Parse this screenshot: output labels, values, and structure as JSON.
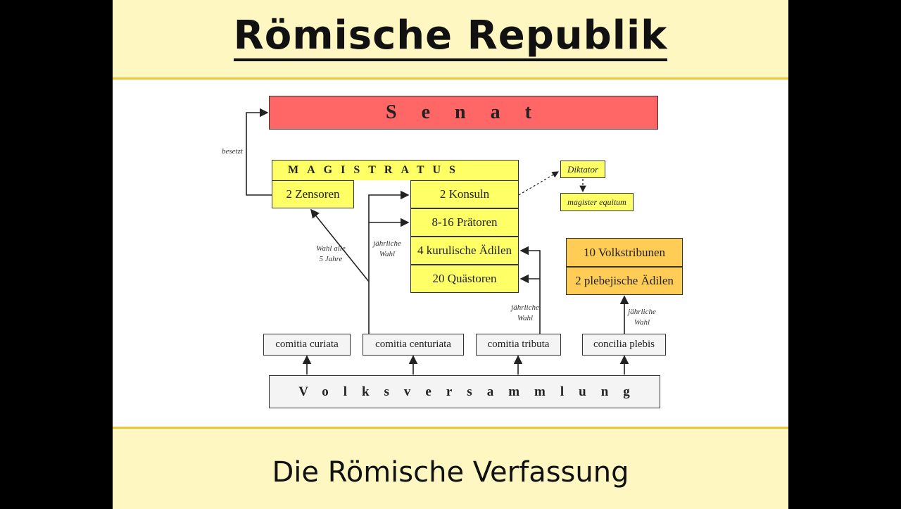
{
  "header": {
    "title": "Römische Republik"
  },
  "footer": {
    "subtitle": "Die Römische Verfassung"
  },
  "diagram": {
    "senat": "S e n a t",
    "magistratus": "MAGISTRATUS",
    "zensoren": "2 Zensoren",
    "konsuln": "2 Konsuln",
    "praetoren": "8-16 Prätoren",
    "aedilen": "4 kurulische Ädilen",
    "quaestoren": "20 Quästoren",
    "diktator": "Diktator",
    "magister": "magister equitum",
    "volkstribunen": "10 Volkstribunen",
    "plebaedilen": "2 plebejische Ädilen",
    "curiata": "comitia curiata",
    "centuriata": "comitia centuriata",
    "tributa": "comitia tributa",
    "plebis": "concilia plebis",
    "volksversammlung": "Volksversammlung",
    "labels": {
      "besetzt": "besetzt",
      "wahl_alle_1": "Wahl  alle",
      "wahl_alle_2": "5 Jahre",
      "jaehrlich": "jährliche",
      "wahl": "Wahl"
    }
  },
  "colors": {
    "senat": "#ff6666",
    "magistrat": "#ffff66",
    "plebs": "#ffcc55",
    "band": "#fff7c2"
  }
}
